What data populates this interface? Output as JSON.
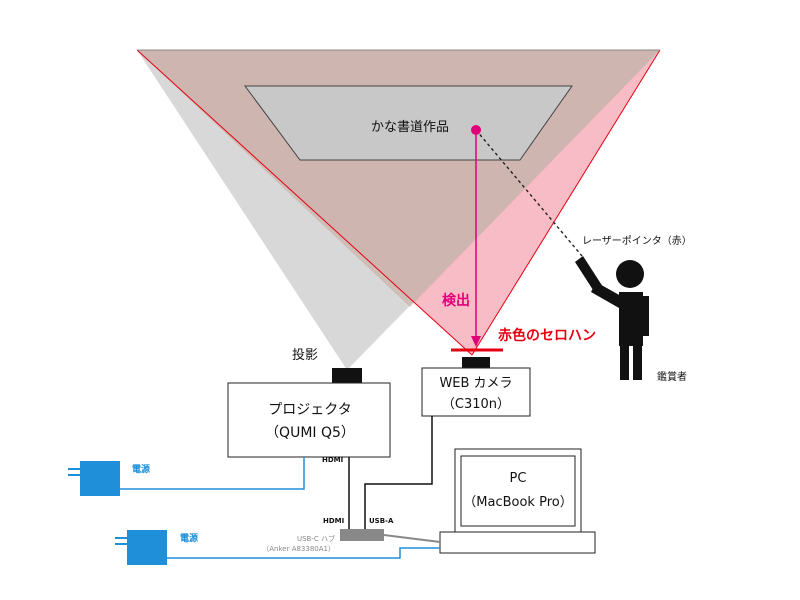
{
  "artwork_label": "かな書道作品",
  "projection_label": "投影",
  "detect_label": "検出",
  "cellophane_label": "赤色のセロハン",
  "laser_label": "レーザーポインタ（赤）",
  "viewer_label": "鑑賞者",
  "projector": {
    "line1": "プロジェクタ",
    "line2": "（QUMI Q5）"
  },
  "webcam": {
    "line1": "WEB カメラ",
    "line2": "（C310n）"
  },
  "pc": {
    "line1": "PC",
    "line2": "（MacBook Pro）"
  },
  "hub": {
    "line1": "USB-C ハブ",
    "line2": "（Anker A83380A1）"
  },
  "port_hdmi_top": "HDMI",
  "port_hdmi_hub": "HDMI",
  "port_usb_a": "USB-A",
  "power_label_1": "電源",
  "power_label_2": "電源",
  "colors": {
    "projection_fill": "#c9a99c",
    "camera_fill": "#f4a6b2",
    "artwork_fill": "#c8c8c8",
    "detect": "#e0007a",
    "red": "#e60012",
    "power": "#1e8fd8"
  }
}
